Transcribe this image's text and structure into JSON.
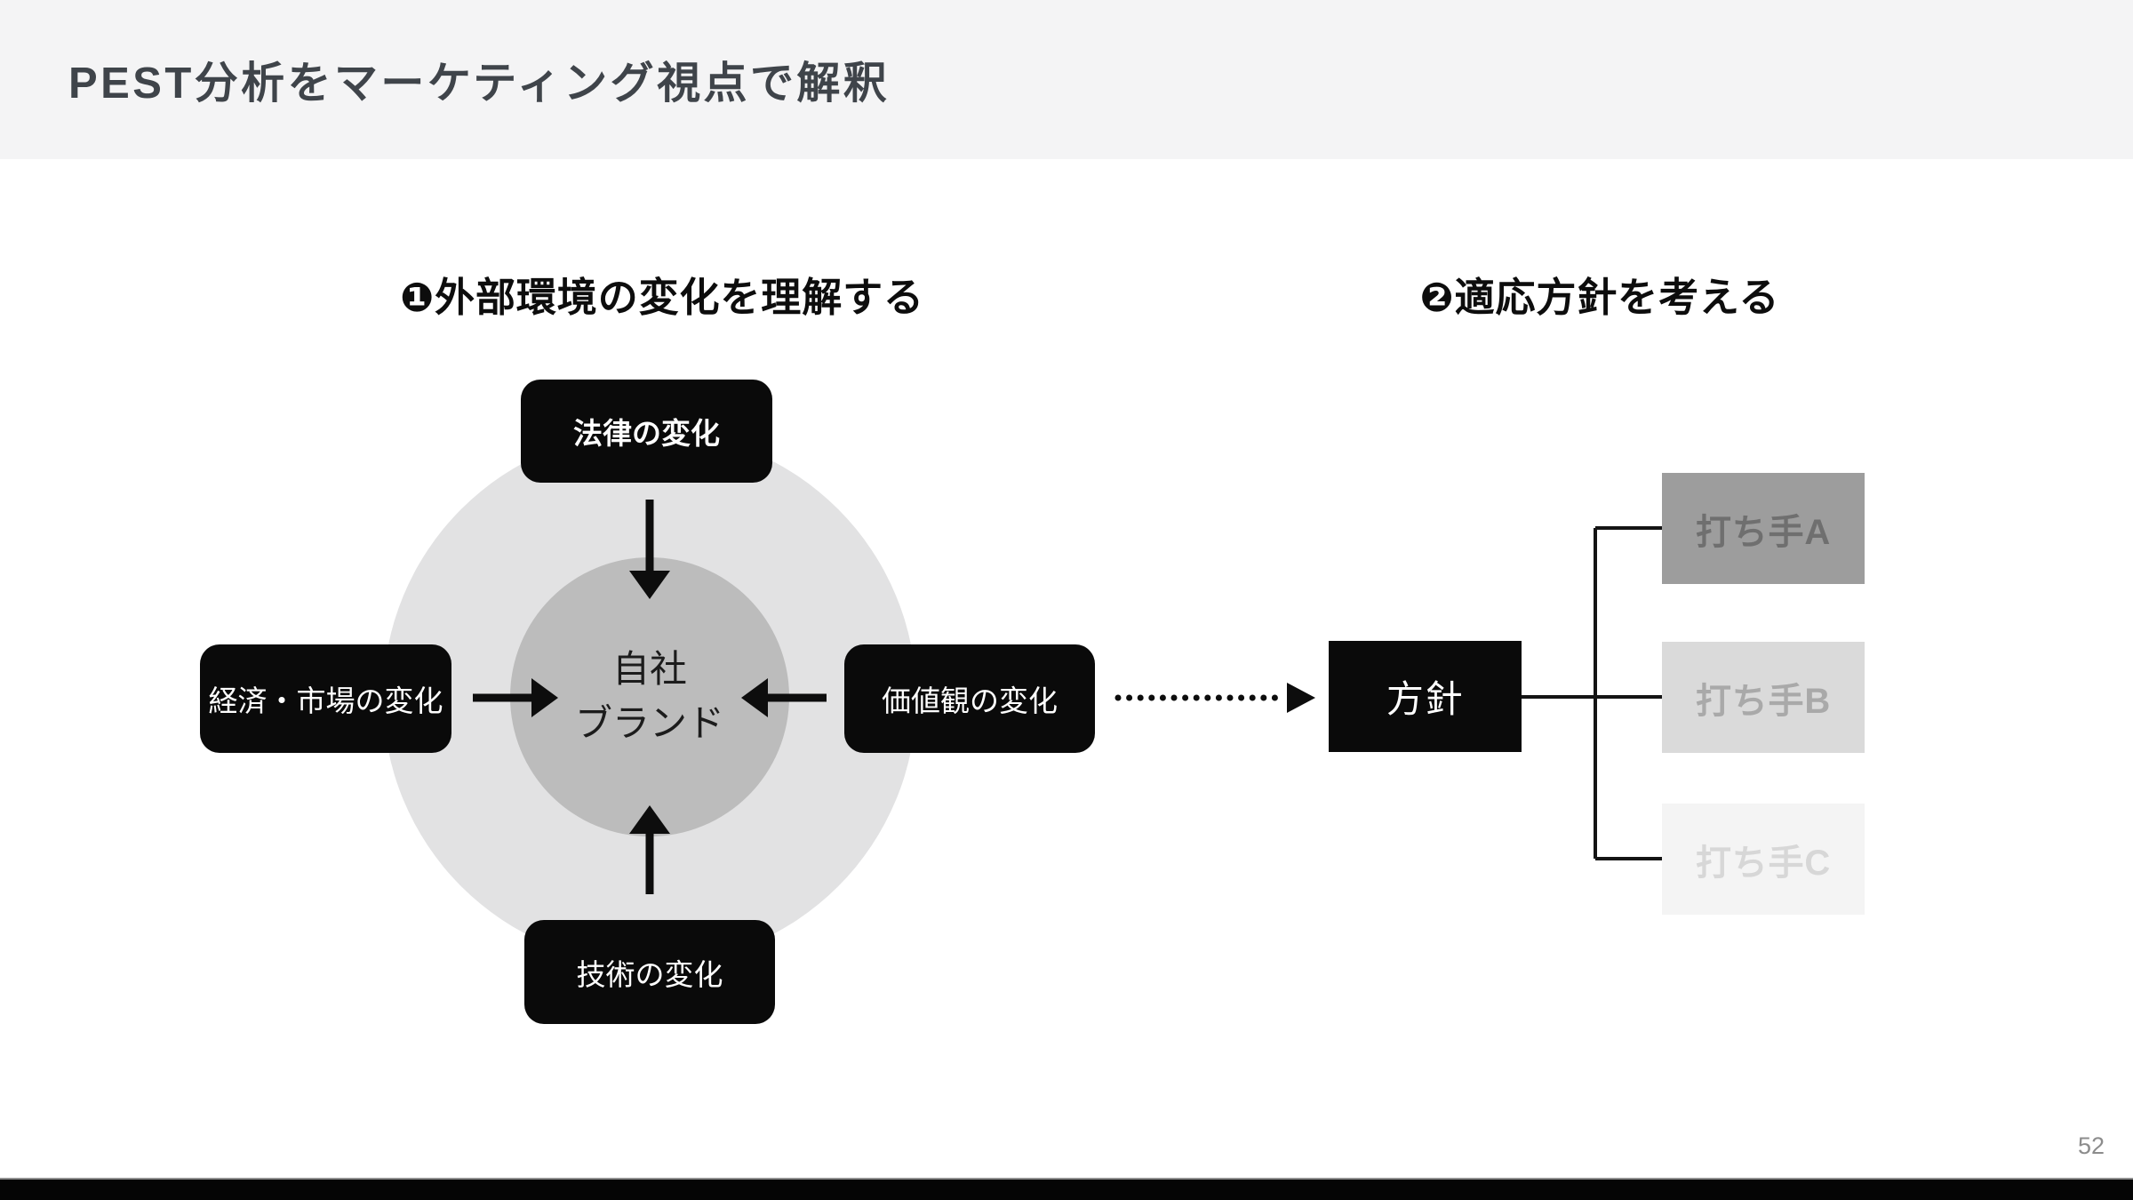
{
  "slide": {
    "title": "PEST分析をマーケティング視点で解釈",
    "page_number": "52"
  },
  "sections": {
    "left_heading": "❶外部環境の変化を理解する",
    "right_heading": "❷適応方針を考える"
  },
  "diagram": {
    "center_circle": {
      "line1": "自社",
      "line2": "ブランド"
    },
    "factors": {
      "top": "法律の変化",
      "left": "経済・市場の変化",
      "right": "価値観の変化",
      "bottom": "技術の変化"
    },
    "policy_label": "方針",
    "measures": [
      {
        "label": "打ち手A",
        "bg": "#9d9d9d",
        "text_color": "#6f6f6f"
      },
      {
        "label": "打ち手B",
        "bg": "#dadada",
        "text_color": "#a9a9a9"
      },
      {
        "label": "打ち手C",
        "bg": "#f4f4f4",
        "text_color": "#d7d7d7"
      }
    ]
  },
  "colors": {
    "header_bg": "#f4f4f5",
    "title_text": "#3f444a",
    "black_box": "#0a0a0a",
    "outer_circle": "#e2e2e3",
    "inner_circle": "#bcbcbc",
    "footer_bar": "#050505",
    "page_number_text": "#8c8c8c"
  }
}
